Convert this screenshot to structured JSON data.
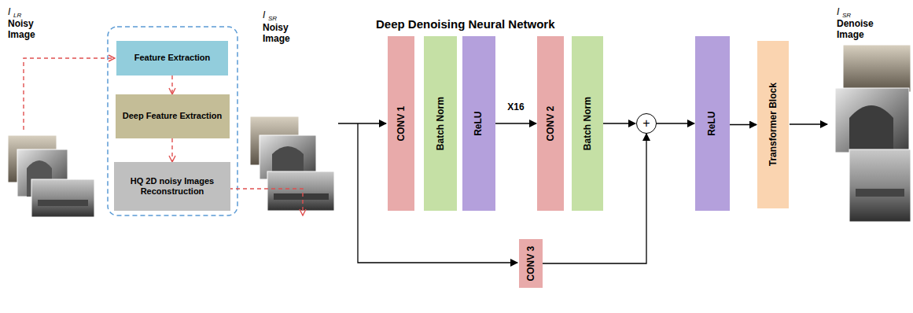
{
  "diagram": {
    "title": "Deep Denoising Neural Network",
    "nodes": [
      {
        "text": [
          "Feature Extraction"
        ]
      },
      {
        "text": [
          "Deep Feature Extraction"
        ]
      },
      {
        "text": [
          "HQ 2D noisy Images Reconstruction"
        ]
      },
      {
        "text": [
          "CONV 1"
        ]
      },
      {
        "text": [
          "Batch Norm"
        ]
      },
      {
        "text": [
          "ReLU"
        ]
      },
      {
        "text": [
          "CONV 2"
        ]
      },
      {
        "text": [
          "Batch Norm"
        ]
      },
      {
        "text": [
          "+"
        ]
      },
      {
        "text": [
          "CONV 3"
        ]
      },
      {
        "text": [
          "ReLU"
        ]
      },
      {
        "text": [
          "Transformer Block"
        ]
      }
    ],
    "edges": [
      {
        "from": 0,
        "to": 1,
        "arrow": "to"
      },
      {
        "from": 1,
        "to": 2,
        "arrow": "to"
      },
      {
        "from": 5,
        "to": 6,
        "arrow": "to",
        "label": "X16"
      },
      {
        "from": 7,
        "to": 8,
        "arrow": "to"
      },
      {
        "from": 9,
        "to": 8,
        "arrow": "to"
      },
      {
        "from": 8,
        "to": 10,
        "arrow": "to"
      },
      {
        "from": 10,
        "to": 11,
        "arrow": "to"
      }
    ],
    "labels": [
      "I",
      "LR",
      "Noisy Image",
      "I",
      "SR",
      "Noisy Image",
      "I",
      "SR",
      "Denoise Image"
    ]
  }
}
